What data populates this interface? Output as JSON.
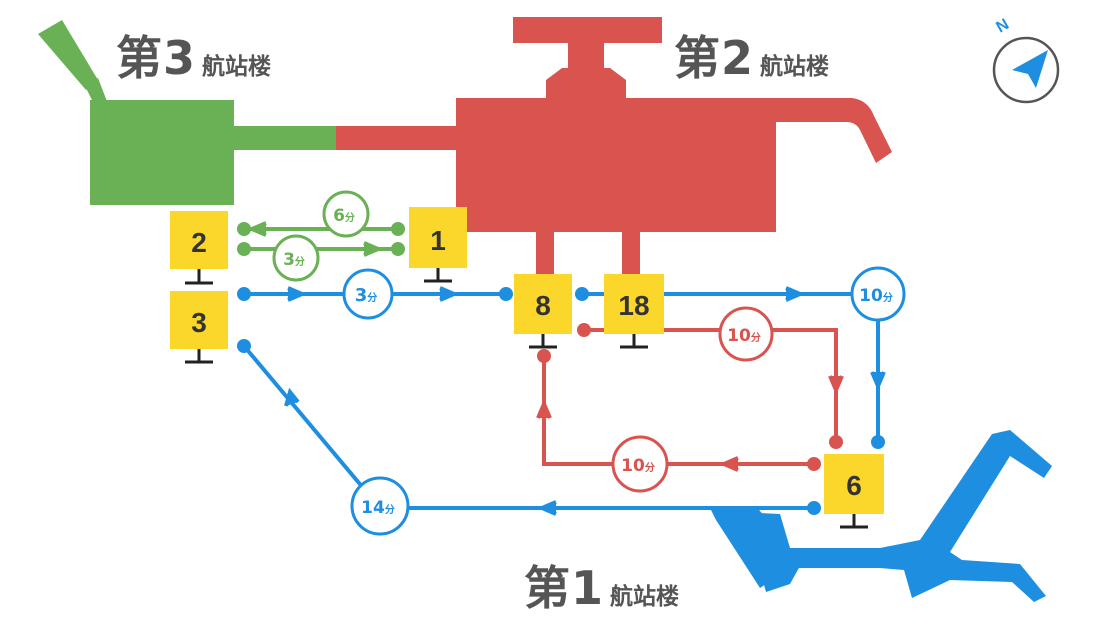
{
  "terminals": {
    "t3": {
      "prefix": "第",
      "number": "3",
      "name": "航站楼",
      "color": "#6ab155"
    },
    "t2": {
      "prefix": "第",
      "number": "2",
      "name": "航站楼",
      "color": "#d9534f"
    },
    "t1": {
      "prefix": "第",
      "number": "1",
      "name": "航站楼",
      "color": "#1e8fe0"
    }
  },
  "compass": {
    "label": "N",
    "icon": "compass-north-icon"
  },
  "stops": {
    "s1": "1",
    "s2": "2",
    "s3": "3",
    "s6": "6",
    "s8": "8",
    "s18": "18",
    "color": "#fcd72b"
  },
  "routes": {
    "green_6": {
      "number": "6",
      "unit": "分",
      "from": "1",
      "to": "2",
      "color": "#6ab155"
    },
    "green_3": {
      "number": "3",
      "unit": "分",
      "from": "2",
      "to": "1",
      "color": "#6ab155"
    },
    "blue_3": {
      "number": "3",
      "unit": "分",
      "from": "3",
      "to": "8",
      "color": "#1e8fe0"
    },
    "blue_10": {
      "number": "10",
      "unit": "分",
      "from": "18",
      "to": "6",
      "color": "#1e8fe0"
    },
    "red_10_a": {
      "number": "10",
      "unit": "分",
      "from": "18",
      "to": "6",
      "color": "#d9534f"
    },
    "red_10_b": {
      "number": "10",
      "unit": "分",
      "from": "6",
      "to": "8",
      "color": "#d9534f"
    },
    "blue_14": {
      "number": "14",
      "unit": "分",
      "from": "6",
      "to": "3",
      "color": "#1e8fe0"
    }
  }
}
